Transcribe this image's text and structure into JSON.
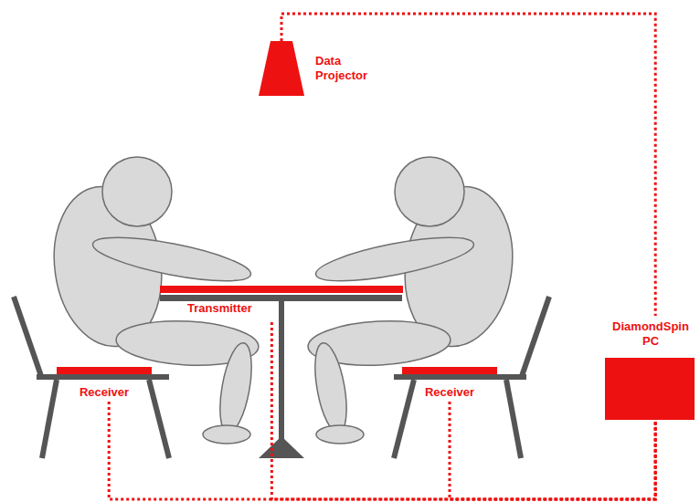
{
  "diagram": {
    "nodes": [
      {
        "text": [
          "Data Projector"
        ]
      },
      {
        "text": [
          "Transmitter"
        ]
      },
      {
        "text": [
          "Receiver"
        ]
      },
      {
        "text": [
          "Receiver"
        ]
      },
      {
        "text": [
          "DiamondSpin PC"
        ]
      }
    ],
    "edges": [
      {
        "from": 0,
        "to": 4,
        "arrow": "none"
      },
      {
        "from": 1,
        "to": 4,
        "arrow": "none"
      },
      {
        "from": 2,
        "to": 4,
        "arrow": "none"
      },
      {
        "from": 3,
        "to": 4,
        "arrow": "none"
      }
    ]
  }
}
